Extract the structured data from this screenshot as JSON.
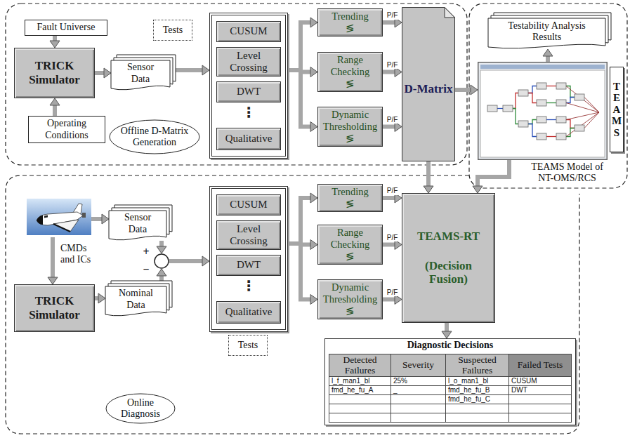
{
  "diagram": {
    "nodes": [
      {
        "text": [
          "Fault Universe"
        ]
      },
      {
        "text": [
          "TRICK Simulator"
        ]
      },
      {
        "text": [
          "Operating Conditions"
        ]
      },
      {
        "text": [
          "Sensor Data"
        ]
      },
      {
        "text": [
          "Tests"
        ]
      },
      {
        "text": [
          "CUSUM"
        ],
        "in": 4
      },
      {
        "text": [
          "Level Crossing"
        ],
        "in": 4
      },
      {
        "text": [
          "DWT"
        ],
        "in": 4
      },
      {
        "text": [
          "Qualitative"
        ],
        "in": 4
      },
      {
        "text": [
          "Trending",
          "≶"
        ]
      },
      {
        "text": [
          "Range Checking",
          "≶"
        ]
      },
      {
        "text": [
          "Dynamic Thresholding",
          "≶"
        ]
      },
      {
        "text": [
          "D-Matrix"
        ]
      },
      {
        "text": [
          "Offline D-Matrix Generation"
        ]
      },
      {
        "text": [
          "Testability Analysis Results"
        ]
      },
      {
        "text": [
          "TEAMS Model of NT-OMS/RCS"
        ]
      },
      {
        "text": [
          "TEAMS"
        ]
      },
      {
        "text": [
          "Sensor Data"
        ]
      },
      {
        "text": [
          "+",
          "−"
        ]
      },
      {
        "text": [
          "TRICK Simulator"
        ]
      },
      {
        "text": [
          "Nominal Data"
        ]
      },
      {
        "text": [
          "Tests"
        ]
      },
      {
        "text": [
          "CUSUM"
        ],
        "in": 21
      },
      {
        "text": [
          "Level Crossing"
        ],
        "in": 21
      },
      {
        "text": [
          "DWT"
        ],
        "in": 21
      },
      {
        "text": [
          "Qualitative"
        ],
        "in": 21
      },
      {
        "text": [
          "Trending",
          "≶"
        ]
      },
      {
        "text": [
          "Range Checking",
          "≶"
        ]
      },
      {
        "text": [
          "Dynamic Thresholding",
          "≶"
        ]
      },
      {
        "text": [
          "TEAMS-RT",
          "(Decision Fusion)"
        ]
      },
      {
        "text": [
          "Diagnostic Decisions",
          "Detected Failures",
          "Severity",
          "Suspected Failures",
          "Failed Tests",
          "l_f_man1_bl",
          "25%",
          "l_o_man1_bl",
          "CUSUM",
          "fmd_he_fu_A",
          "_",
          "fmd_he_fu_B",
          "DWT",
          "fmd_he_fu_C"
        ]
      },
      {
        "text": [
          "Online Diagnosis"
        ]
      }
    ],
    "edges": [
      {
        "from": 0,
        "to": 1,
        "arrow": "to"
      },
      {
        "from": 2,
        "to": 1,
        "arrow": "to"
      },
      {
        "from": 1,
        "to": 3,
        "arrow": "to"
      },
      {
        "from": 3,
        "to": 4,
        "arrow": "to"
      },
      {
        "from": 4,
        "to": 9,
        "arrow": "to"
      },
      {
        "from": 4,
        "to": 10,
        "arrow": "to"
      },
      {
        "from": 4,
        "to": 11,
        "arrow": "to"
      },
      {
        "from": 9,
        "to": 12,
        "label": "P/F",
        "arrow": "to"
      },
      {
        "from": 10,
        "to": 12,
        "label": "P/F",
        "arrow": "to"
      },
      {
        "from": 11,
        "to": 12,
        "label": "P/F",
        "arrow": "to"
      },
      {
        "from": 12,
        "to": 15,
        "arrow": "to"
      },
      {
        "from": 15,
        "to": 14,
        "arrow": "to"
      },
      {
        "from": 12,
        "to": 29,
        "arrow": "to"
      },
      {
        "from": 15,
        "to": 29,
        "arrow": "to"
      },
      {
        "from": 17,
        "to": 18,
        "arrow": "to"
      },
      {
        "from": 19,
        "to": 20,
        "arrow": "to"
      },
      {
        "from": 20,
        "to": 18,
        "arrow": "to"
      },
      {
        "from": 18,
        "to": 21,
        "arrow": "to"
      },
      {
        "from": 21,
        "to": 26,
        "arrow": "to"
      },
      {
        "from": 21,
        "to": 27,
        "arrow": "to"
      },
      {
        "from": 21,
        "to": 28,
        "arrow": "to"
      },
      {
        "from": 26,
        "to": 29,
        "label": "P/F",
        "arrow": "to"
      },
      {
        "from": 27,
        "to": 29,
        "label": "P/F",
        "arrow": "to"
      },
      {
        "from": 28,
        "to": 29,
        "label": "P/F",
        "arrow": "to"
      },
      {
        "from": 29,
        "to": 30,
        "arrow": "to"
      }
    ],
    "labels": [
      "⋮",
      "⋮",
      "CMDs and ICs"
    ]
  }
}
